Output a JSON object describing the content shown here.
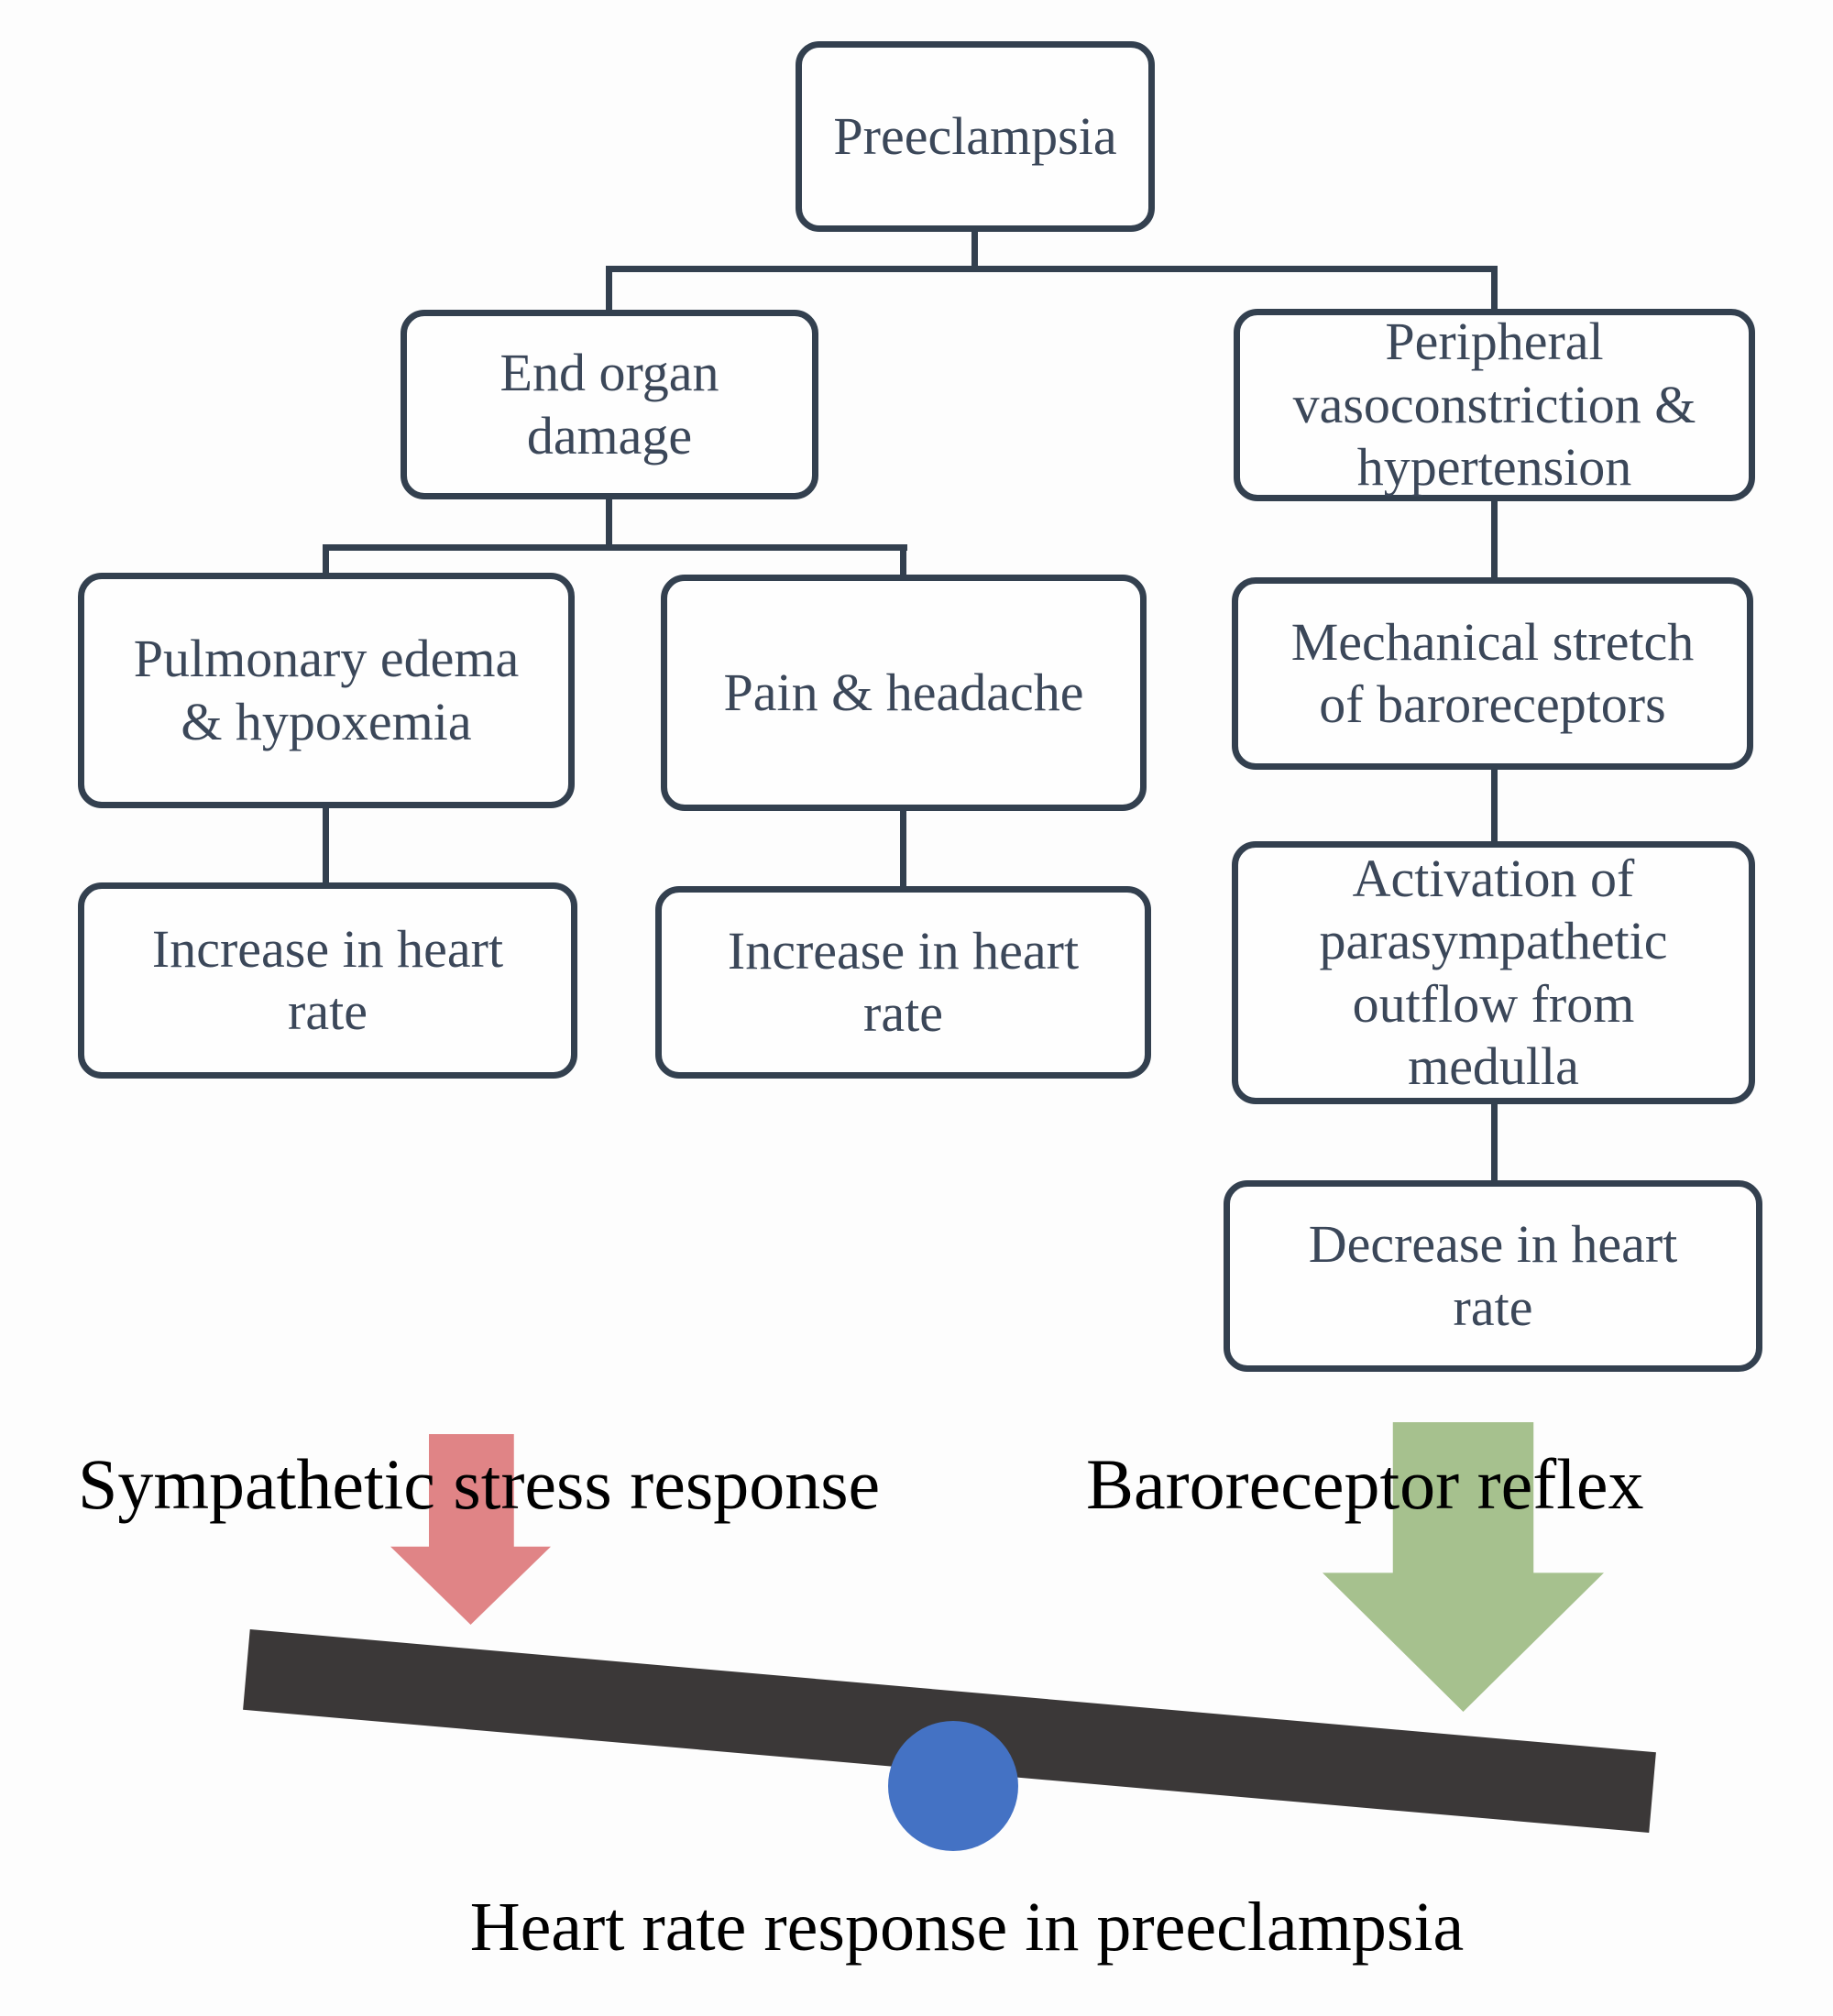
{
  "figure": {
    "type": "flowchart-with-balance-illustration",
    "boxes": {
      "preeclampsia": {
        "label": [
          "Preeclampsia"
        ]
      },
      "end_organ": {
        "label": [
          "End organ",
          "damage"
        ]
      },
      "peripheral": {
        "label": [
          "Peripheral",
          "vasoconstriction &",
          "hypertension"
        ]
      },
      "pulmonary": {
        "label": [
          "Pulmonary edema",
          "& hypoxemia"
        ]
      },
      "pain": {
        "label": [
          "Pain & headache"
        ]
      },
      "increase_left": {
        "label": [
          "Increase in heart",
          "rate"
        ]
      },
      "increase_mid": {
        "label": [
          "Increase in heart",
          "rate"
        ]
      },
      "mechanical": {
        "label": [
          "Mechanical stretch",
          "of baroreceptors"
        ]
      },
      "activation": {
        "label": [
          "Activation of",
          "parasympathetic",
          "outflow from",
          "medulla"
        ]
      },
      "decrease": {
        "label": [
          "Decrease in heart",
          "rate"
        ]
      }
    },
    "labels": {
      "sympathetic": "Sympathetic stress response",
      "baroreceptor": "Baroreceptor reflex",
      "caption": "Heart rate response in preeclampsia"
    }
  },
  "colors": {
    "background": "#fdfdfd",
    "box_border": "#33404f",
    "box_text": "#3b4759",
    "connector": "#33404f",
    "red_arrow": "#e08486",
    "green_arrow": "#a6c18e",
    "seesaw_bar": "#3b3838",
    "fulcrum_blue": "#4472c4",
    "label_text": "#000000"
  }
}
